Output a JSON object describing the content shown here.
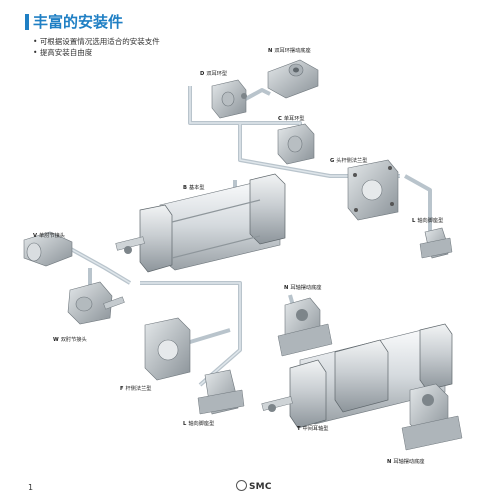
{
  "header": {
    "title": "丰富的安装件",
    "bullets": [
      "可根据设置情况选用适合的安装支件",
      "提高安装自由度"
    ]
  },
  "labels": [
    {
      "code": "N",
      "text": "双耳环摆动底座"
    },
    {
      "code": "D",
      "text": "双耳环型"
    },
    {
      "code": "C",
      "text": "单耳环型"
    },
    {
      "code": "G",
      "text": "头杆侧法兰型"
    },
    {
      "code": "B",
      "text": "基本型"
    },
    {
      "code": "L",
      "text": "轴向脚座型"
    },
    {
      "code": "V",
      "text": "单肘节接头"
    },
    {
      "code": "W",
      "text": "双肘节接头"
    },
    {
      "code": "N",
      "text": "耳轴摆动底座"
    },
    {
      "code": "F",
      "text": "杆侧法兰型"
    },
    {
      "code": "L",
      "text": "轴向脚座型"
    },
    {
      "code": "T",
      "text": "中间耳轴型"
    },
    {
      "code": "N",
      "text": "耳轴摆动底座"
    }
  ],
  "footer": {
    "page": "1",
    "brand": "SMC"
  }
}
